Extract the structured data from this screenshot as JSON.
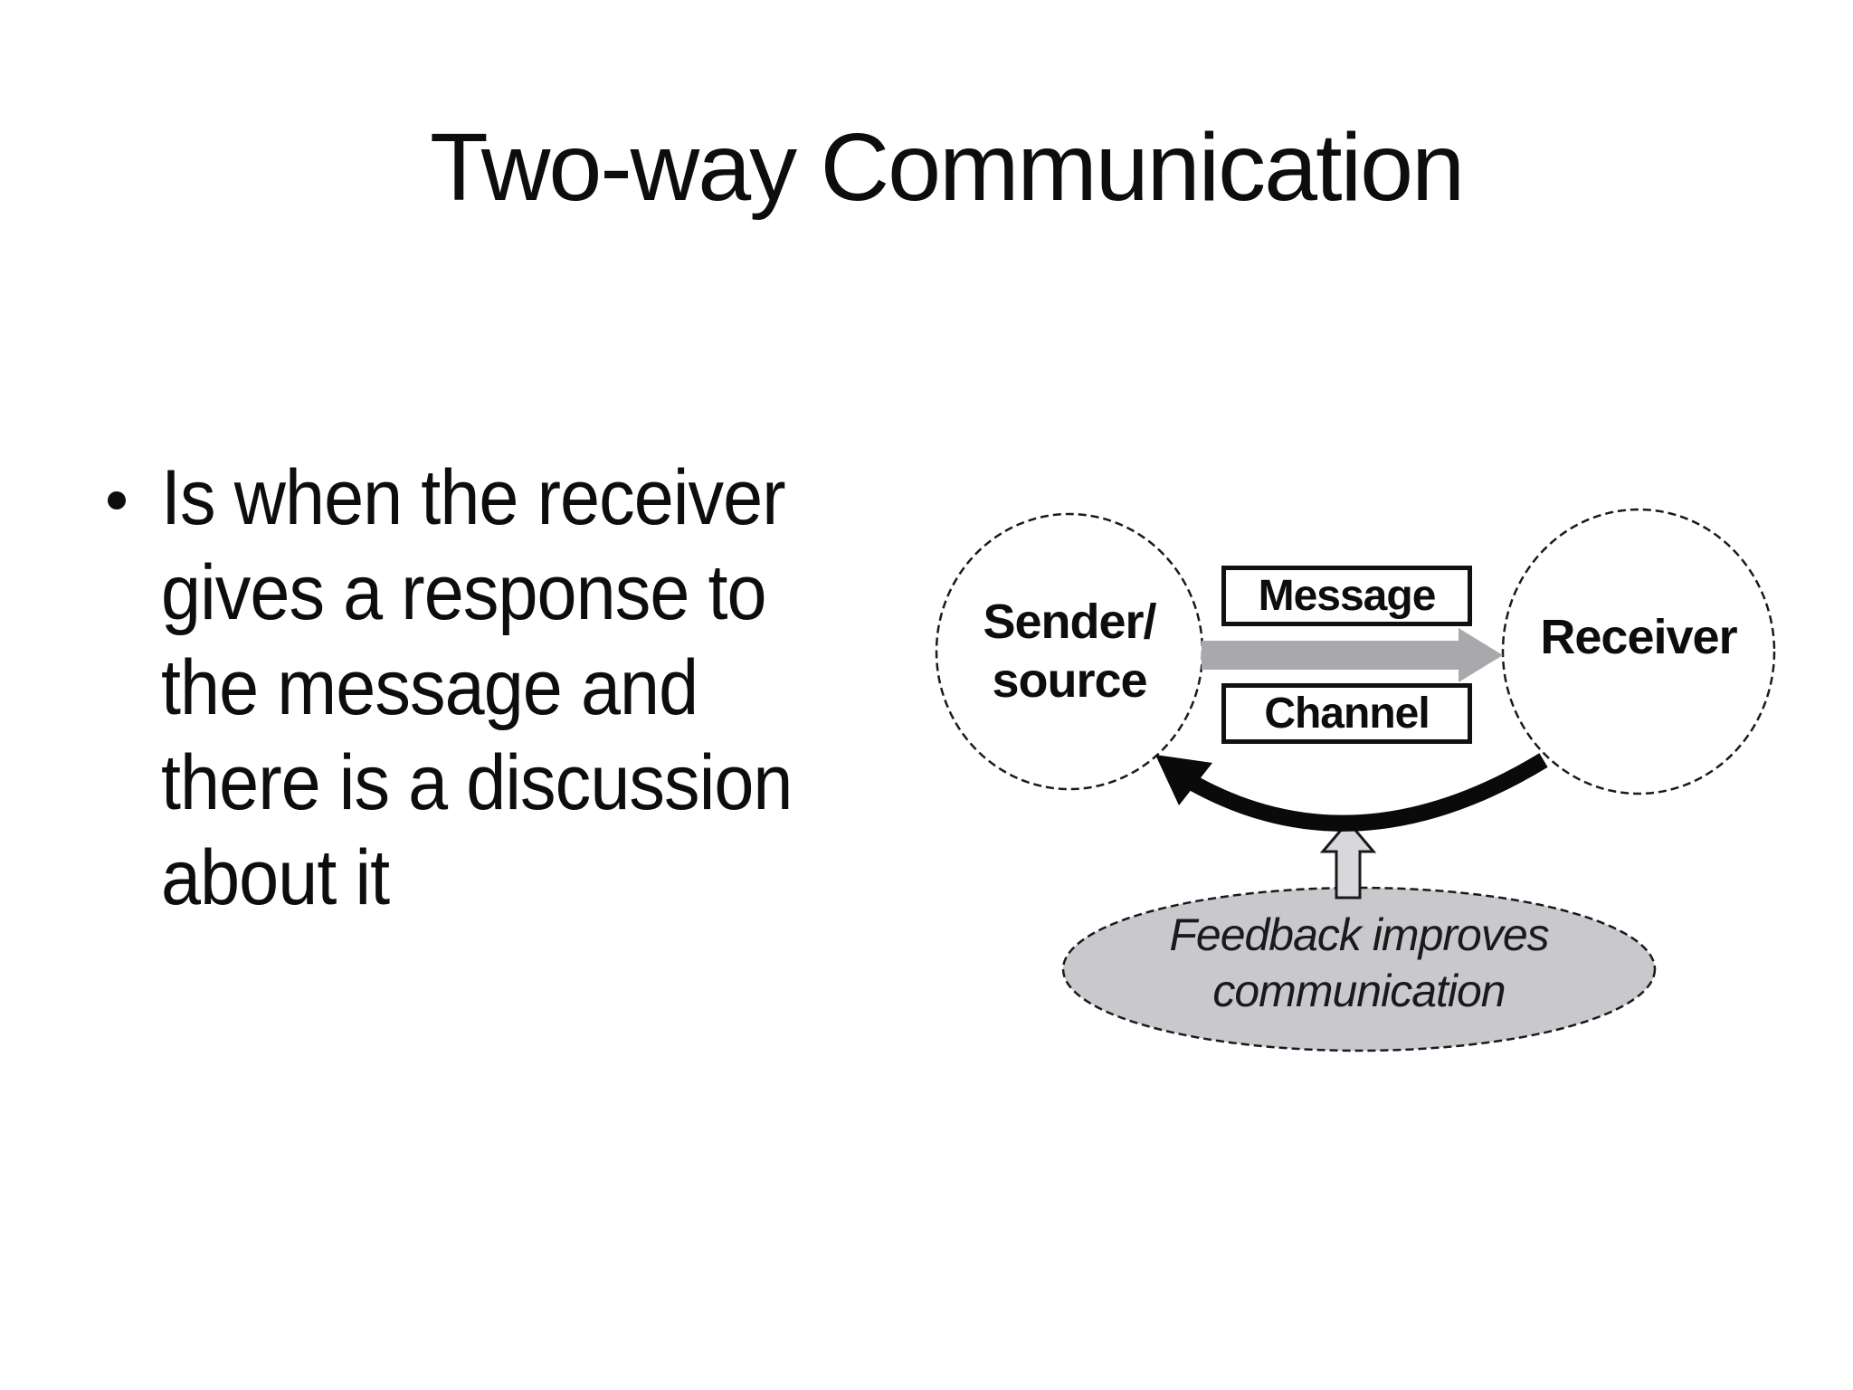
{
  "title": "Two-way Communication",
  "bullet": {
    "lines": [
      "Is when the receiver",
      "gives a response to",
      "the message and",
      "there is a discussion",
      "about it"
    ]
  },
  "diagram": {
    "sender": {
      "line1": "Sender/",
      "line2": "source"
    },
    "receiver": "Receiver",
    "message_label": "Message",
    "channel_label": "Channel",
    "feedback": {
      "line1": "Feedback improves",
      "line2": "communication"
    },
    "colors": {
      "ink": "#111111",
      "message_arrow_gray": "#a9a9ad",
      "feedback_ellipse_fill": "#c9c9cd",
      "up_arrow_fill": "#d8d8dc"
    }
  }
}
